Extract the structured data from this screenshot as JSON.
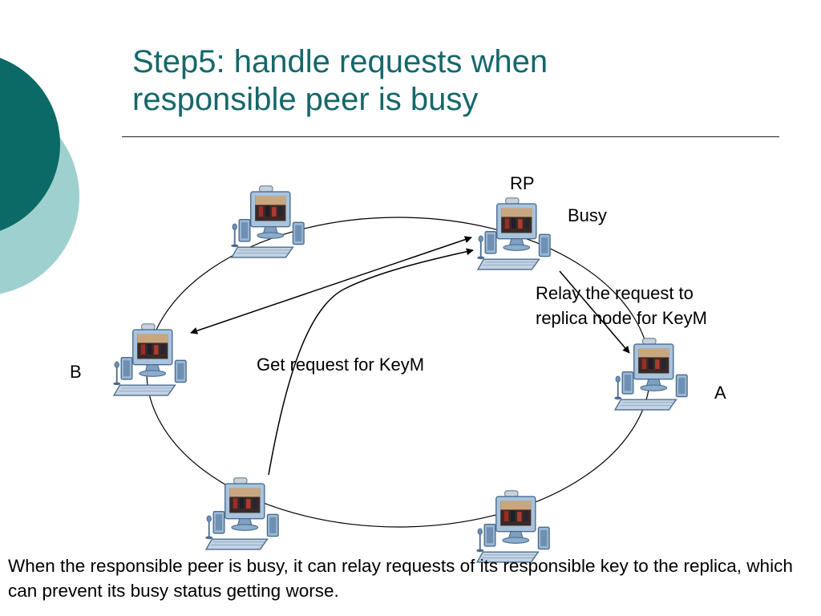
{
  "slide": {
    "title_line1": "Step5: handle requests when",
    "title_line2": "responsible peer is busy",
    "caption": "When the responsible peer is busy, it can relay requests of its responsible key to the replica, which can prevent its busy status getting worse."
  },
  "diagram": {
    "labels": {
      "rp": "RP",
      "busy": "Busy",
      "relay_line1": "Relay the request to",
      "relay_line2": "replica node for KeyM",
      "get_request": "Get request for KeyM",
      "b": "B",
      "a": "A"
    },
    "nodes": [
      {
        "id": "top-left",
        "icon": "desktop-computer-icon"
      },
      {
        "id": "rp",
        "icon": "desktop-computer-icon"
      },
      {
        "id": "b",
        "icon": "desktop-computer-icon"
      },
      {
        "id": "a",
        "icon": "desktop-computer-icon"
      },
      {
        "id": "bottom-left",
        "icon": "desktop-computer-icon"
      },
      {
        "id": "bottom-right",
        "icon": "desktop-computer-icon"
      }
    ]
  },
  "colors": {
    "title": "#16676a",
    "circle_dark": "#0c6a66",
    "circle_light": "#9fd0d0"
  }
}
